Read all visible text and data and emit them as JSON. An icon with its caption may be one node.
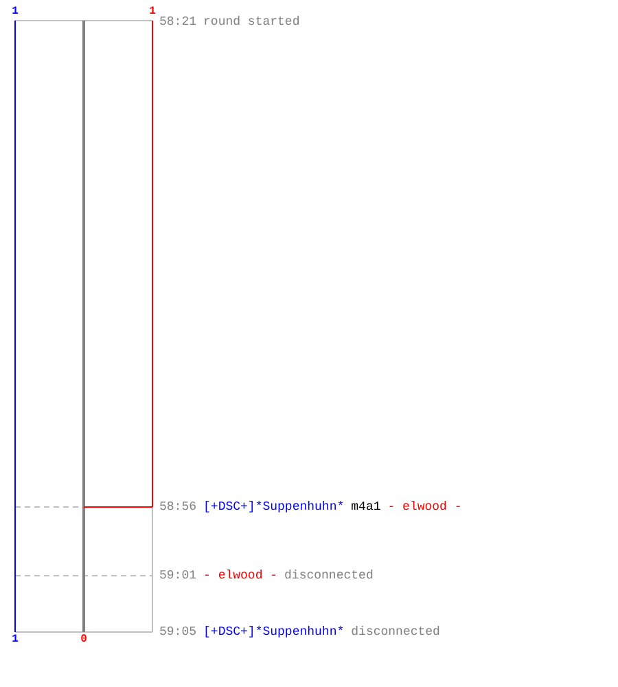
{
  "diagram": {
    "labels": [
      "1",
      "1",
      "58:21",
      "round started",
      "58:56",
      "[+DSC+]*Suppenhuhn*",
      "m4a1",
      "- elwood -",
      "59:01",
      "- elwood -",
      "disconnected",
      "1",
      "0",
      "59:05",
      "[+DSC+]*Suppenhuhn*",
      "disconnected"
    ]
  }
}
